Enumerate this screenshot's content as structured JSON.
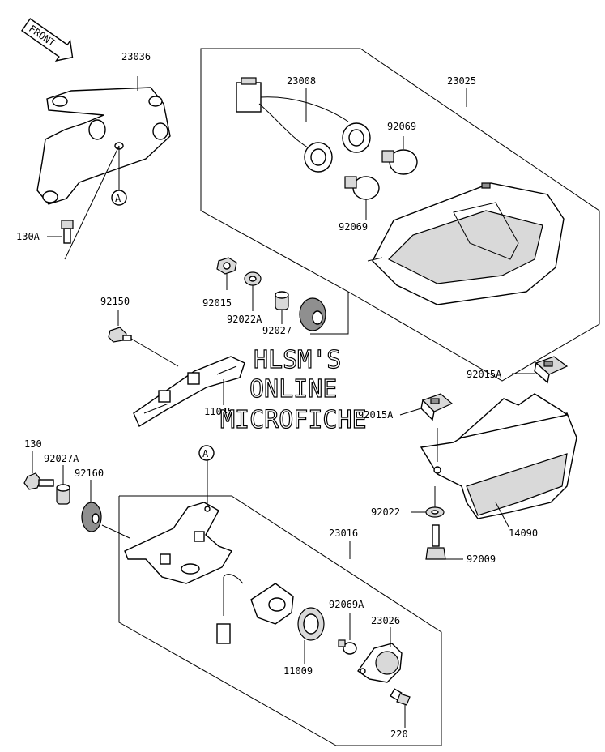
{
  "front_arrow": {
    "label": "FRONT"
  },
  "callout_marker": "A",
  "watermark": {
    "line1": "HLSM'S",
    "line2": "ONLINE",
    "line3": "MICROFICHE"
  },
  "labels": {
    "p23036": "23036",
    "p130A": "130A",
    "p23008": "23008",
    "p23025": "23025",
    "p92069_top": "92069",
    "p92069_mid": "92069",
    "p92015": "92015",
    "p92022A": "92022A",
    "p92027": "92027",
    "p92150": "92150",
    "p11045": "11045",
    "p92015A_right": "92015A",
    "p92015A_mid": "92015A",
    "p130": "130",
    "p92027A": "92027A",
    "p92160": "92160",
    "p23016": "23016",
    "p92022": "92022",
    "p14090": "14090",
    "p92009": "92009",
    "p92069A": "92069A",
    "p23026": "23026",
    "p11009": "11009",
    "p220": "220"
  }
}
